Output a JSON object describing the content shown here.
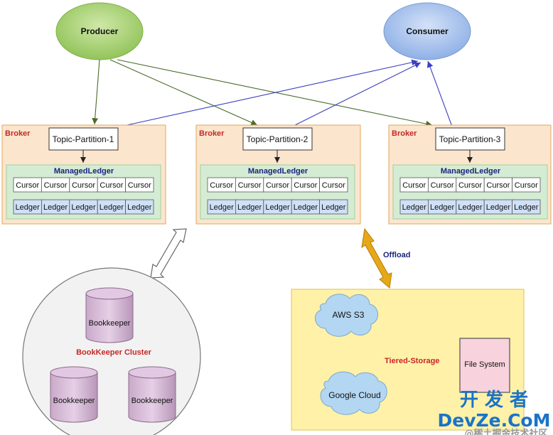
{
  "producer": "Producer",
  "consumer": "Consumer",
  "brokers": [
    {
      "label": "Broker",
      "topic": "Topic-Partition-1",
      "ledger_title": "ManagedLedger"
    },
    {
      "label": "Broker",
      "topic": "Topic-Partition-2",
      "ledger_title": "ManagedLedger"
    },
    {
      "label": "Broker",
      "topic": "Topic-Partition-3",
      "ledger_title": "ManagedLedger"
    }
  ],
  "cursor_label": "Cursor",
  "ledger_label": "Ledger",
  "bookkeeper": {
    "cluster_label": "BookKeeper Cluster",
    "node_label": "Bookkeeper"
  },
  "offload_label": "Offload",
  "tiered_storage": {
    "label": "Tiered-Storage",
    "aws": "AWS S3",
    "google": "Google Cloud",
    "fs": "File System"
  },
  "watermark": {
    "line1": "开 发 者",
    "line2": "DevZe.CoM",
    "line3": "@稀土掘金技术社区"
  },
  "colors": {
    "producer": "#a5d36e",
    "consumer": "#a9c4ee",
    "broker_bg": "#fce5cd",
    "broker_border": "#e0a860",
    "ledger_bg": "#d5ecd4",
    "ledger_row": "#cfe0f7",
    "storage_bg": "#fff1a8",
    "storage_border": "#e0c24d",
    "cloud": "#b3d6f2",
    "arrow_offload": "#e6a817",
    "producer_arrow": "#4a6b2a",
    "consumer_arrow": "#3b3fc0"
  }
}
